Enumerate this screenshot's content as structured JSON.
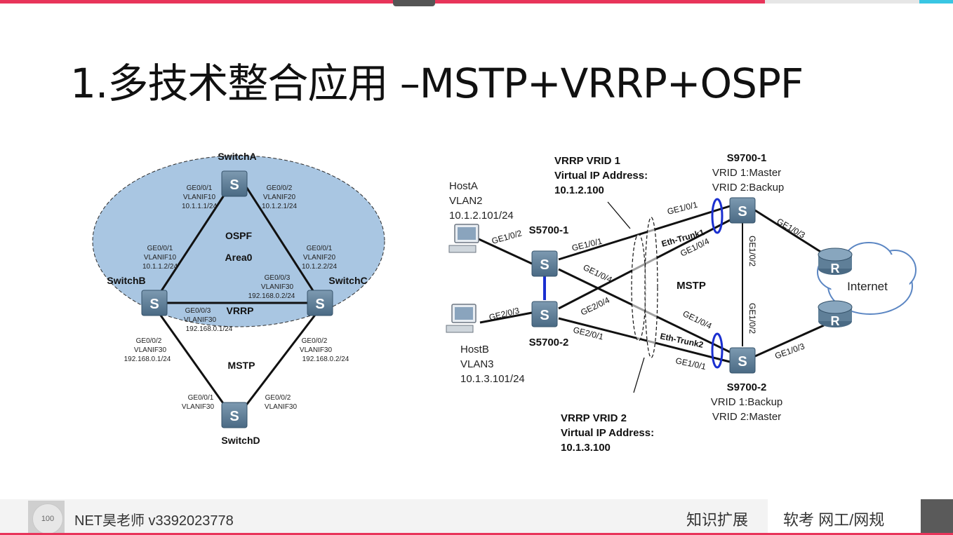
{
  "title": "1.多技术整合应用 –MSTP+VRRP+OSPF",
  "left_diagram": {
    "switches": {
      "a": "SwitchA",
      "b": "SwitchB",
      "c": "SwitchC",
      "d": "SwitchD"
    },
    "switch_glyph": "S",
    "areas": {
      "ospf": "OSPF",
      "area0": "Area0",
      "vrrp": "VRRP",
      "mstp": "MSTP"
    },
    "labels": {
      "a_left": [
        "GE0/0/1",
        "VLANIF10",
        "10.1.1.1/24"
      ],
      "a_right": [
        "GE0/0/2",
        "VLANIF20",
        "10.1.2.1/24"
      ],
      "b_top": [
        "GE0/0/1",
        "VLANIF10",
        "10.1.1.2/24"
      ],
      "c_top": [
        "GE0/0/1",
        "VLANIF20",
        "10.1.2.2/24"
      ],
      "c_left": [
        "GE0/0/3",
        "VLANIF30",
        "192.168.0.2/24"
      ],
      "b_right": [
        "GE0/0/3",
        "VLANIF30",
        "192.168.0.1/24"
      ],
      "b_bottom": [
        "GE0/0/2",
        "VLANIF30",
        "192.168.0.1/24"
      ],
      "c_bottom": [
        "GE0/0/2",
        "VLANIF30",
        "192.168.0.2/24"
      ],
      "d_left": [
        "GE0/0/1",
        "VLANIF30"
      ],
      "d_right": [
        "GE0/0/2",
        "VLANIF30"
      ]
    }
  },
  "right_diagram": {
    "vrrp1": [
      "VRRP VRID 1",
      "Virtual IP Address:",
      "10.1.2.100"
    ],
    "vrrp2": [
      "VRRP VRID 2",
      "Virtual IP Address:",
      "10.1.3.100"
    ],
    "s9700_1": {
      "name": "S9700-1",
      "role1": "VRID 1:Master",
      "role2": "VRID 2:Backup"
    },
    "s9700_2": {
      "name": "S9700-2",
      "role1": "VRID 1:Backup",
      "role2": "VRID 2:Master"
    },
    "s5700_1": "S5700-1",
    "s5700_2": "S5700-2",
    "hosta": [
      "HostA",
      "VLAN2",
      "10.1.2.101/24"
    ],
    "hostb": [
      "HostB",
      "VLAN3",
      "10.1.3.101/24"
    ],
    "mstp": "MSTP",
    "internet": "Internet",
    "router_glyph": "R",
    "trunk1": "Eth-Trunk1",
    "trunk2": "Eth-Trunk2",
    "ports": {
      "ha": "GE1/0/2",
      "hb": "GE2/0/3",
      "s1_ge101": "GE1/0/1",
      "s1_ge104": "GE1/0/4",
      "s2_ge204": "GE2/0/4",
      "s2_ge201": "GE2/0/1",
      "s91_ge101": "GE1/0/1",
      "s91_ge104": "GE1/0/4",
      "s91_ge102": "GE1/0/2",
      "s91_ge103": "GE1/0/3",
      "s92_ge104": "GE1/0/4",
      "s92_ge101": "GE1/0/1",
      "s92_ge102": "GE1/0/2",
      "s92_ge103": "GE1/0/3"
    }
  },
  "footer": {
    "avatar_text": "100",
    "teacher": "NET昊老师   v3392023778",
    "knowledge": "知识扩展",
    "brand": "软考  网工/网规"
  },
  "colors": {
    "accent": "#e8345a",
    "bubble": "#a9c6e2",
    "switch": "#5f7f98",
    "link_blue": "#1a2fd0"
  }
}
